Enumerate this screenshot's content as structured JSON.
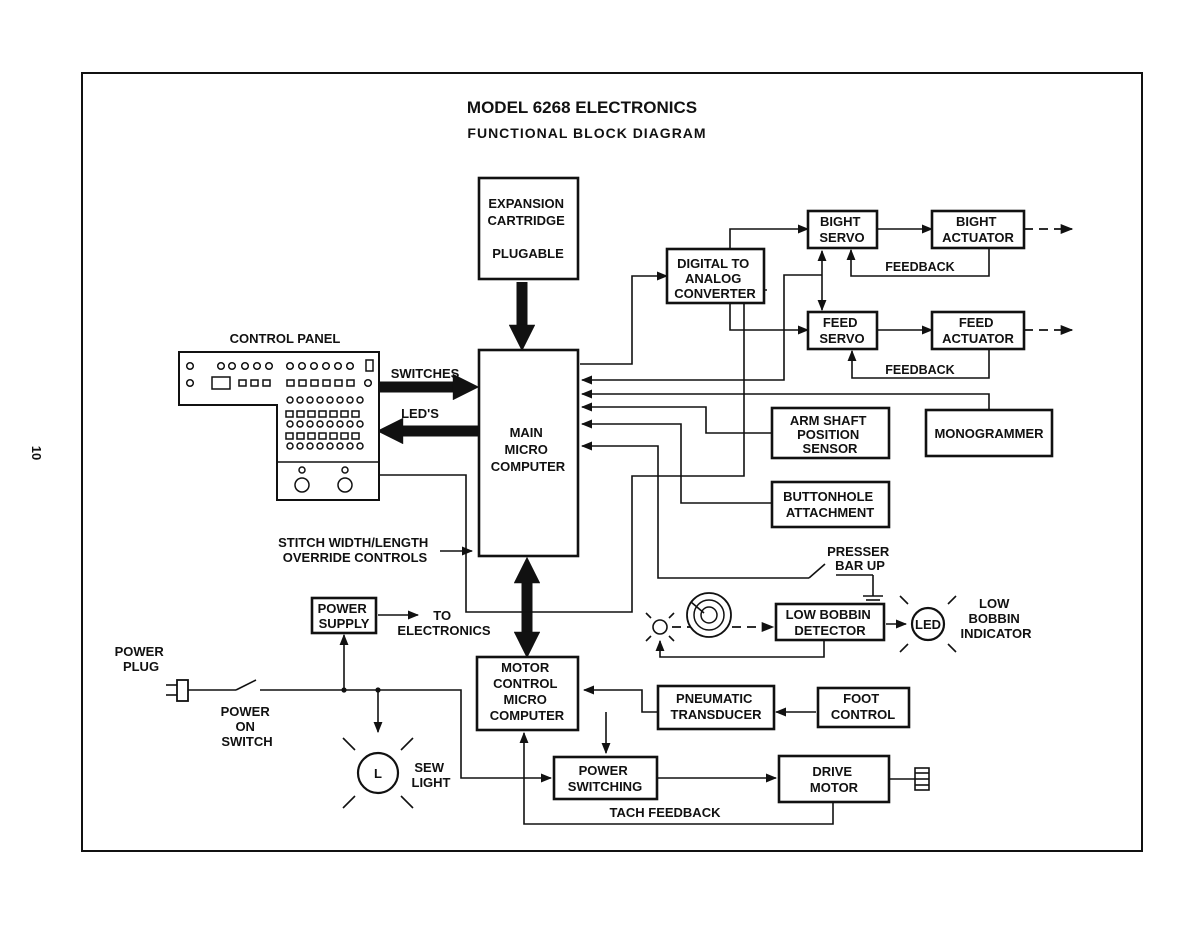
{
  "page_number": "10",
  "title": "MODEL 6268 ELECTRONICS",
  "subtitle": "FUNCTIONAL BLOCK DIAGRAM",
  "blocks": {
    "expansion_cartridge": [
      "EXPANSION",
      "CARTRIDGE",
      "",
      "PLUGABLE"
    ],
    "main_computer": [
      "MAIN",
      "MICRO",
      "COMPUTER"
    ],
    "dac": [
      "DIGITAL TO",
      "ANALOG",
      "CONVERTER"
    ],
    "bight_servo": [
      "BIGHT",
      "SERVO"
    ],
    "bight_actuator": [
      "BIGHT",
      "ACTUATOR"
    ],
    "feed_servo": [
      "FEED",
      "SERVO"
    ],
    "feed_actuator": [
      "FEED",
      "ACTUATOR"
    ],
    "arm_shaft_sensor": [
      "ARM SHAFT",
      "POSITION",
      "SENSOR"
    ],
    "monogrammer": [
      "MONOGRAMMER"
    ],
    "buttonhole": [
      "BUTTONHOLE",
      "ATTACHMENT"
    ],
    "low_bobbin_detector": [
      "LOW BOBBIN",
      "DETECTOR"
    ],
    "power_supply": [
      "POWER",
      "SUPPLY"
    ],
    "motor_control": [
      "MOTOR",
      "CONTROL",
      "MICRO",
      "COMPUTER"
    ],
    "pneumatic": [
      "PNEUMATIC",
      "TRANSDUCER"
    ],
    "foot_control": [
      "FOOT",
      "CONTROL"
    ],
    "power_switching": [
      "POWER",
      "SWITCHING"
    ],
    "drive_motor": [
      "DRIVE",
      "MOTOR"
    ]
  },
  "labels": {
    "control_panel": "CONTROL PANEL",
    "switches": "SWITCHES",
    "leds": "LED'S",
    "feedback_bight": "FEEDBACK",
    "feedback_feed": "FEEDBACK",
    "stitch_override": [
      "STITCH WIDTH/LENGTH",
      "OVERRIDE CONTROLS"
    ],
    "presser_bar": [
      "PRESSER",
      "BAR UP"
    ],
    "to_electronics": [
      "TO",
      "ELECTRONICS"
    ],
    "power_plug": [
      "POWER",
      "PLUG"
    ],
    "power_on_switch": [
      "POWER",
      "ON",
      "SWITCH"
    ],
    "sew_light": [
      "SEW",
      "LIGHT"
    ],
    "low_bobbin_indicator": [
      "LOW",
      "BOBBIN",
      "INDICATOR"
    ],
    "tach_feedback": "TACH FEEDBACK",
    "led_lamp": "LED",
    "sew_lamp": "L"
  }
}
